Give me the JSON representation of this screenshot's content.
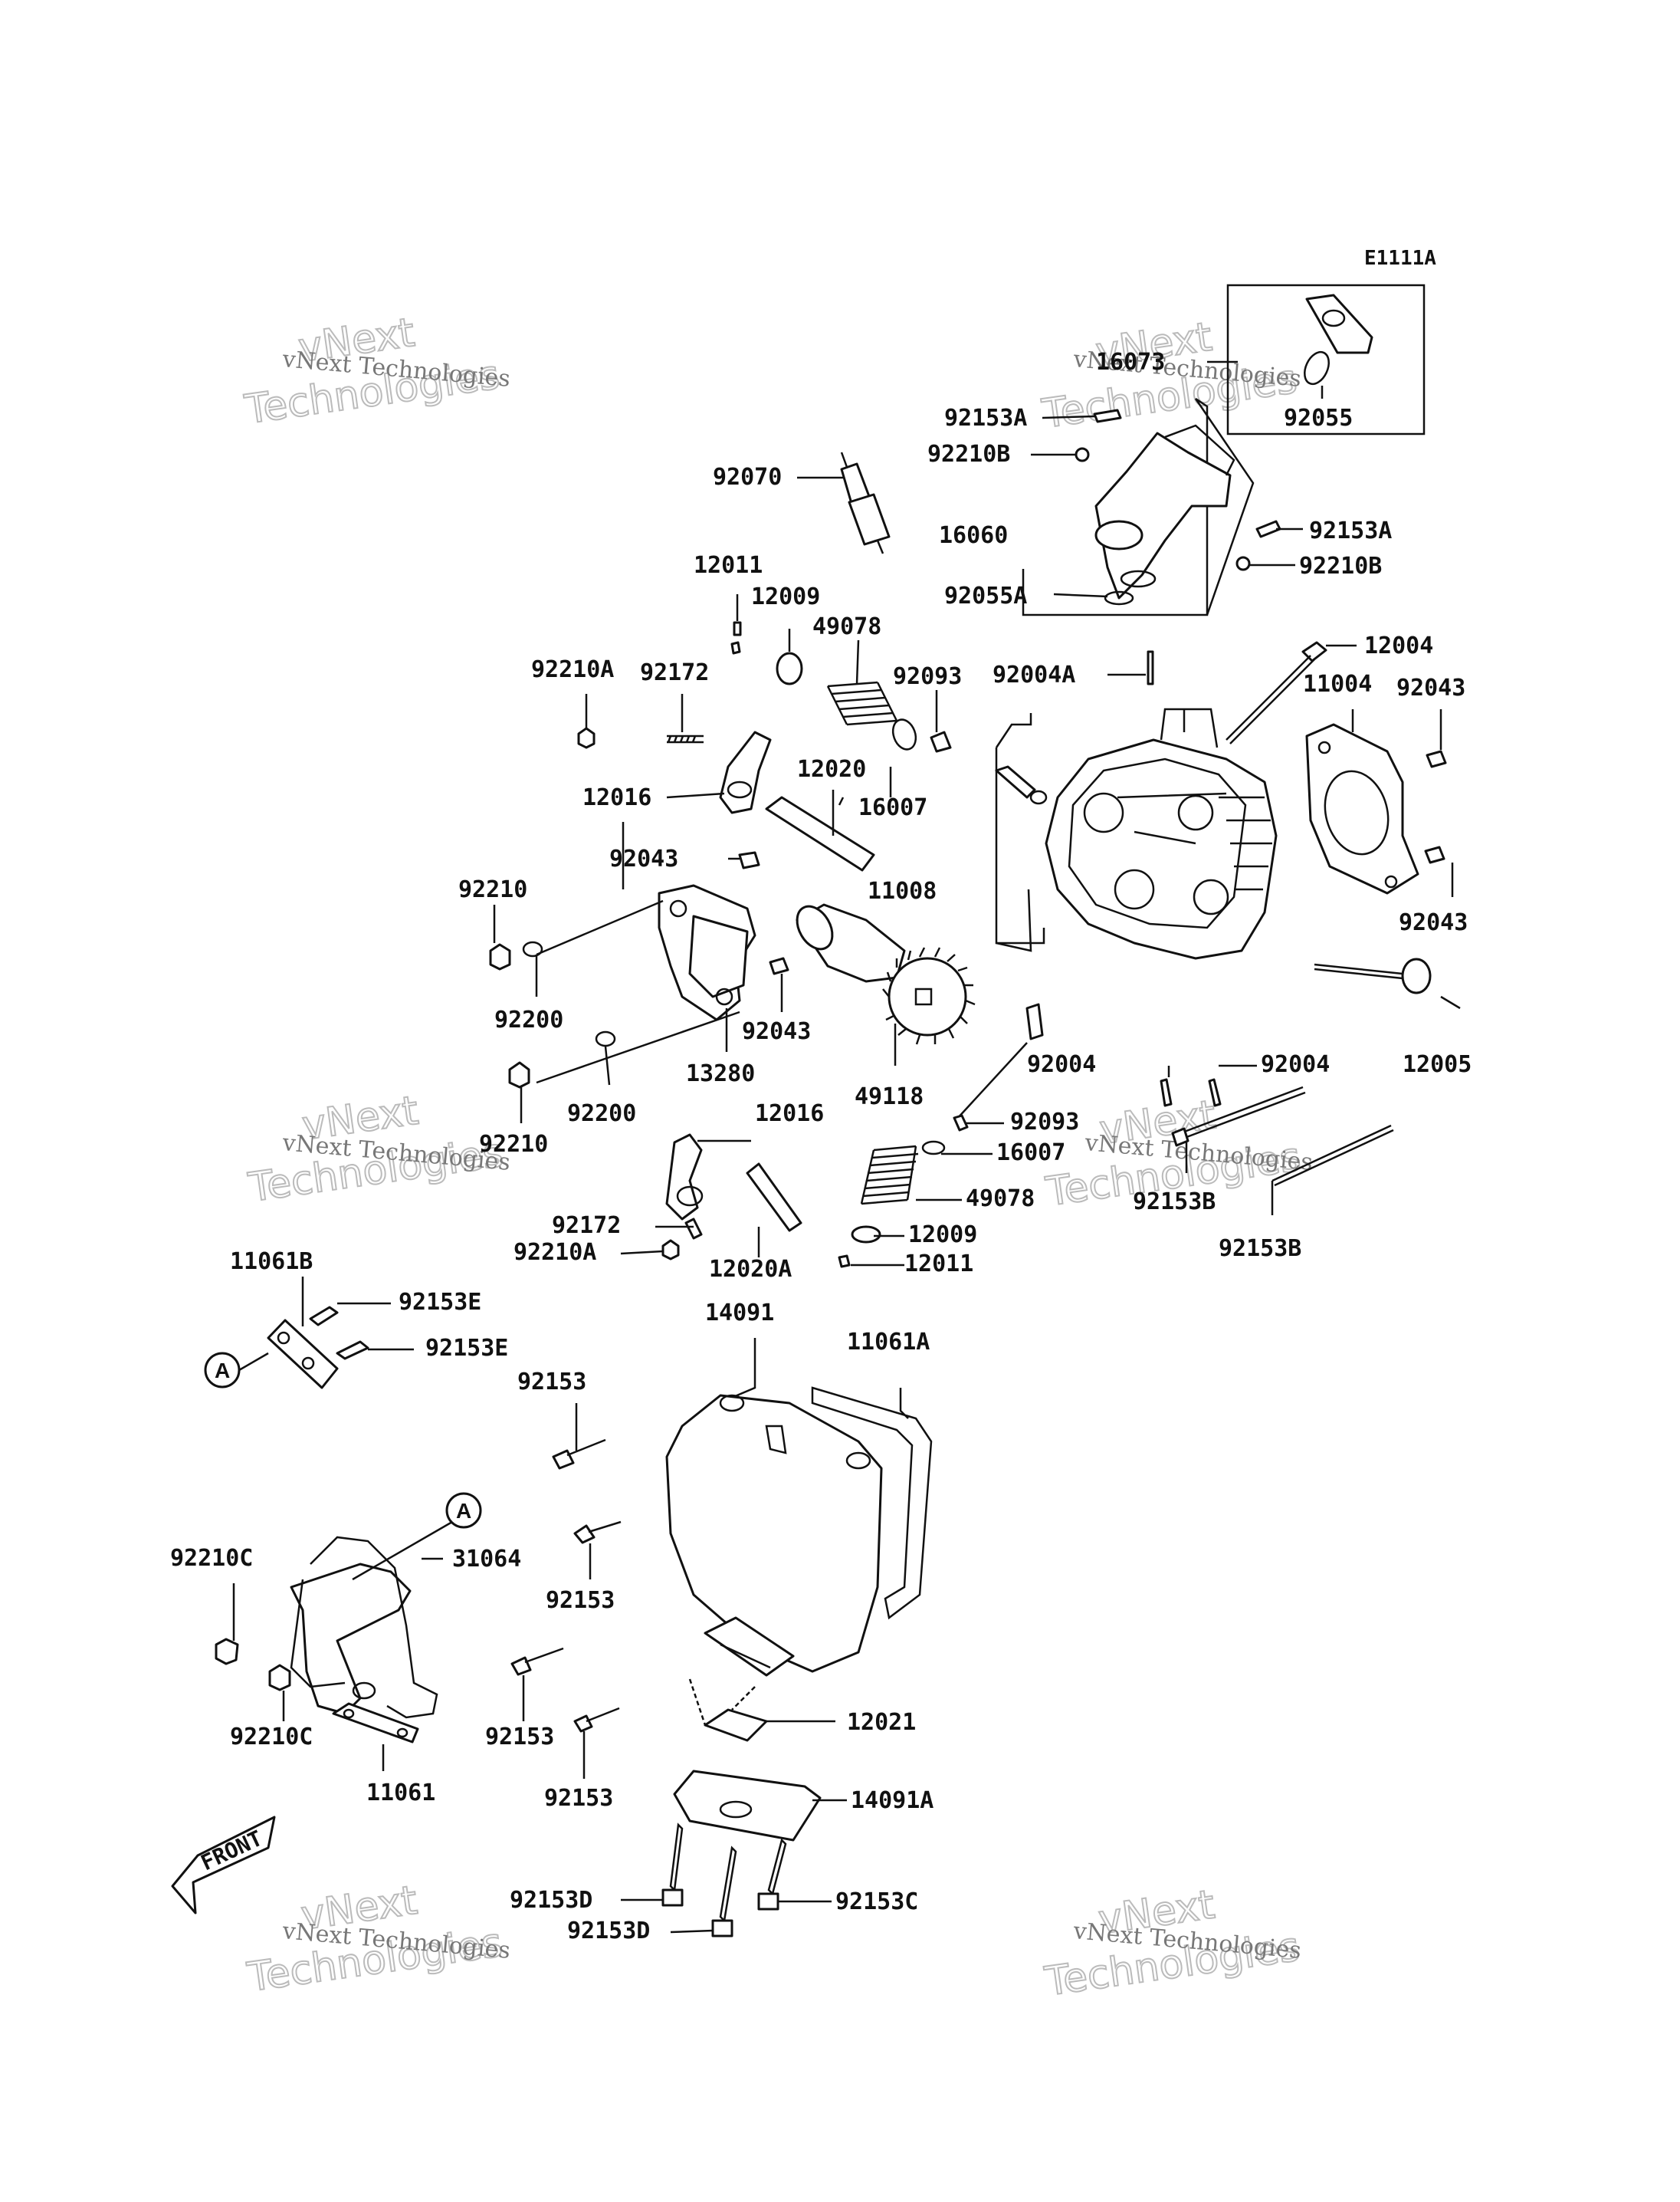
{
  "diagram": {
    "code": "E1111A",
    "front_label": "FRONT",
    "callouts": {
      "a_left": "A",
      "a_right": "A"
    },
    "watermark": {
      "line1": "vNext Technologies",
      "big_top": "vNext",
      "big_bottom": "Technologies"
    },
    "parts": {
      "p16073": "16073",
      "p92055": "92055",
      "p92153A_1": "92153A",
      "p92210B_1": "92210B",
      "p92070": "92070",
      "p16060": "16060",
      "p92153A_2": "92153A",
      "p92210B_2": "92210B",
      "p92055A": "92055A",
      "p12011_1": "12011",
      "p12009_1": "12009",
      "p49078_1": "49078",
      "p92093_1": "92093",
      "p92004A": "92004A",
      "p12004": "12004",
      "p11004": "11004",
      "p92043_1": "92043",
      "p92210A_1": "92210A",
      "p92172_1": "92172",
      "p12020": "12020",
      "p16007_1": "16007",
      "p12016_1": "12016",
      "p92043_2": "92043",
      "p11008": "11008",
      "p92210_1": "92210",
      "p92043_3": "92043",
      "p92200_1": "92200",
      "p92043_4": "92043",
      "p13280": "13280",
      "p49118": "49118",
      "p92004_1": "92004",
      "p92004_2": "92004",
      "p12005": "12005",
      "p92200_2": "92200",
      "p92210_2": "92210",
      "p12016_2": "12016",
      "p92093_2": "92093",
      "p16007_2": "16007",
      "p49078_2": "49078",
      "p92153B_1": "92153B",
      "p92172_2": "92172",
      "p12009_2": "12009",
      "p92210A_2": "92210A",
      "p12020A": "12020A",
      "p12011_2": "12011",
      "p92153B_2": "92153B",
      "p11061B": "11061B",
      "p92153E_1": "92153E",
      "p92153E_2": "92153E",
      "p14091": "14091",
      "p11061A": "11061A",
      "p92153_1": "92153",
      "p92210C_1": "92210C",
      "p31064": "31064",
      "p92153_2": "92153",
      "p92210C_2": "92210C",
      "p11061": "11061",
      "p92153_3": "92153",
      "p12021": "12021",
      "p92153_4": "92153",
      "p14091A": "14091A",
      "p92153D_1": "92153D",
      "p92153C": "92153C",
      "p92153D_2": "92153D"
    }
  }
}
